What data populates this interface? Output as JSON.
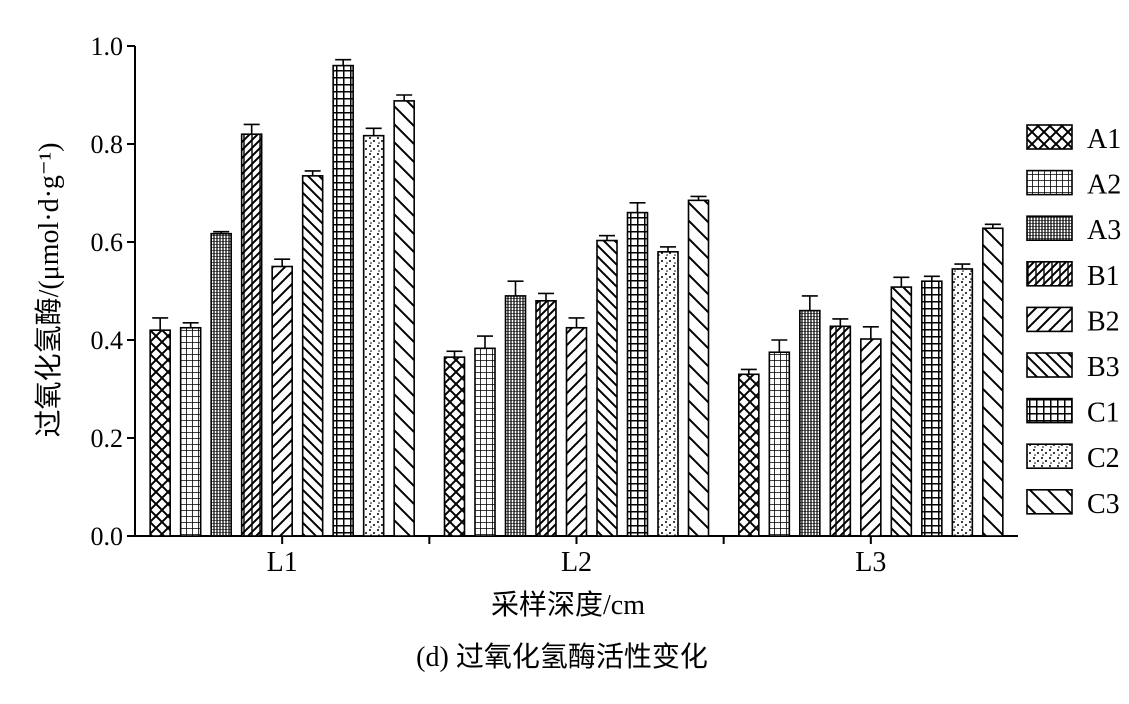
{
  "chart_data": {
    "type": "bar",
    "title": "",
    "caption": "(d) 过氧化氢酶活性变化",
    "xlabel": "采样深度/cm",
    "ylabel": "过氧化氢酶/(μmol·d·g⁻¹)",
    "ylim": [
      0,
      1.0
    ],
    "yticks": [
      "0.0",
      "0.2",
      "0.4",
      "0.6",
      "0.8",
      "1.0"
    ],
    "categories": [
      "L1",
      "L2",
      "L3"
    ],
    "legend_position": "right",
    "series": [
      {
        "name": "A1",
        "pattern": "crosshatch",
        "values": [
          0.42,
          0.365,
          0.33
        ],
        "errors": [
          0.025,
          0.012,
          0.01
        ]
      },
      {
        "name": "A2",
        "pattern": "grid-fine",
        "values": [
          0.425,
          0.383,
          0.375
        ],
        "errors": [
          0.01,
          0.025,
          0.025
        ]
      },
      {
        "name": "A3",
        "pattern": "vertical-dense",
        "values": [
          0.617,
          0.49,
          0.46
        ],
        "errors": [
          0.004,
          0.03,
          0.03
        ]
      },
      {
        "name": "B1",
        "pattern": "grid-diagonal",
        "values": [
          0.82,
          0.48,
          0.428
        ],
        "errors": [
          0.02,
          0.015,
          0.015
        ]
      },
      {
        "name": "B2",
        "pattern": "diag-forward",
        "values": [
          0.55,
          0.425,
          0.402
        ],
        "errors": [
          0.015,
          0.02,
          0.025
        ]
      },
      {
        "name": "B3",
        "pattern": "diag-back",
        "values": [
          0.735,
          0.603,
          0.508
        ],
        "errors": [
          0.01,
          0.01,
          0.02
        ]
      },
      {
        "name": "C1",
        "pattern": "grid",
        "values": [
          0.96,
          0.66,
          0.52
        ],
        "errors": [
          0.012,
          0.02,
          0.01
        ]
      },
      {
        "name": "C2",
        "pattern": "dots",
        "values": [
          0.817,
          0.58,
          0.545
        ],
        "errors": [
          0.015,
          0.01,
          0.01
        ]
      },
      {
        "name": "C3",
        "pattern": "diag-back-wide",
        "values": [
          0.888,
          0.685,
          0.628
        ],
        "errors": [
          0.012,
          0.008,
          0.008
        ]
      }
    ]
  }
}
